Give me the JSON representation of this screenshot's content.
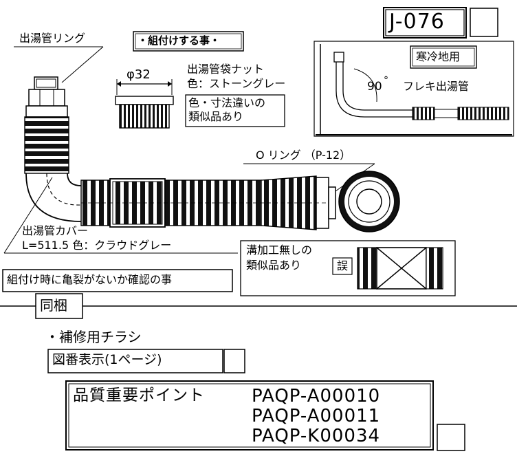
{
  "drawing_code": "J-076",
  "must_assemble": "・組付けする事・",
  "outlet_ring": "出湯管リング",
  "nut": {
    "diameter": "φ32",
    "name": "出湯管袋ナット",
    "color": "色：ストーングレー",
    "similar_note_1": "色・寸法違いの",
    "similar_note_2": "類似品あり"
  },
  "cold_region": {
    "badge": "寒冷地用",
    "angle": "90",
    "degree": "°",
    "label": "フレキ出湯管"
  },
  "o_ring": "O リング （P-12）",
  "cover": {
    "name": "出湯管カバー",
    "spec": "L=511.5  色：クラウドグレー"
  },
  "crack_check": "組付け時に亀裂がないか確認の事",
  "groove": {
    "line1": "溝加工無しの",
    "line2": "類似品あり",
    "wrong": "誤"
  },
  "bundled": {
    "heading": "同梱",
    "item": "・補修用チラシ",
    "diagram_page": "図番表示(1ページ)"
  },
  "quality": {
    "label": "品質重要ポイント",
    "codes": [
      "PAQP-A00010",
      "PAQP-A00011",
      "PAQP-K00034"
    ]
  }
}
